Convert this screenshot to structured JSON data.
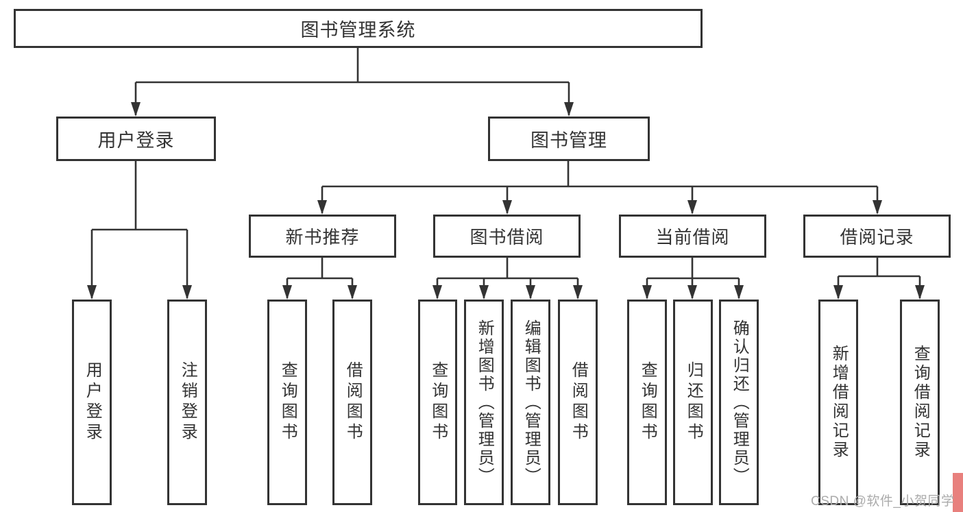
{
  "diagram": {
    "root": {
      "label": "图书管理系统"
    },
    "level2": [
      {
        "label": "用户登录"
      },
      {
        "label": "图书管理"
      }
    ],
    "level3": [
      {
        "label": "新书推荐"
      },
      {
        "label": "图书借阅"
      },
      {
        "label": "当前借阅"
      },
      {
        "label": "借阅记录"
      }
    ],
    "leaves": {
      "user_login": [
        "用户登录",
        "注销登录"
      ],
      "new_book": [
        "查询图书",
        "借阅图书"
      ],
      "book_borrow": [
        "查询图书",
        "新增图书（管理员）",
        "编辑图书（管理员）",
        "借阅图书"
      ],
      "current_borrow": [
        "查询图书",
        "归还图书",
        "确认归还（管理员）"
      ],
      "borrow_record": [
        "新增借阅记录",
        "查询借阅记录"
      ]
    }
  },
  "watermark": {
    "text": "CSDN @软件_小贺同学"
  },
  "colors": {
    "line": "#333333",
    "text": "#333333",
    "background": "#ffffff",
    "watermark_text": "#ababab",
    "watermark_accent": "#e8807d"
  }
}
